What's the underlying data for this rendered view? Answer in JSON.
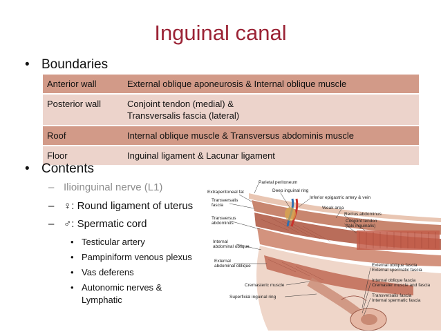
{
  "title": "Inguinal canal",
  "boundaries": {
    "heading": "Boundaries",
    "rows": [
      {
        "label": "Anterior wall",
        "value": "External oblique aponeurosis & Internal oblique muscle"
      },
      {
        "label": "Posterior wall",
        "value_lines": [
          "Conjoint tendon (medial) &",
          "Transversalis fascia (lateral)"
        ]
      },
      {
        "label": "Roof",
        "value": "Internal oblique muscle & Transversus abdominis muscle"
      },
      {
        "label": "Floor",
        "value": "Inguinal ligament & Lacunar ligament"
      }
    ]
  },
  "contents": {
    "heading": "Contents",
    "items": [
      "Ilioinguinal nerve (L1)",
      "♀: Round ligament of uterus",
      "♂: Spermatic cord"
    ],
    "cord_items": [
      "Testicular artery",
      "Pampiniform venous plexus",
      "Vas deferens"
    ],
    "last_item_lines": [
      "Autonomic nerves &",
      "Lymphatic"
    ]
  },
  "figure_labels": {
    "parietal_peritoneum": "Parietal peritoneum",
    "extraperitoneal_fat": "Extraperitoneal fat",
    "deep_inguinal_ring": "Deep inguinal ring",
    "inferior_epigastric": "Inferior epigastric artery & vein",
    "transversalis_fascia": [
      "Transversalis",
      "fascia"
    ],
    "weak_area": "Weak area",
    "rectus_abdominus": "Rectus abdominus",
    "transversus_abdominus": [
      "Transversus",
      "abdominus"
    ],
    "conjoint_tendon": [
      "Conjoint tendon",
      "(falx inguinalis)"
    ],
    "internal_abdominal_oblique": [
      "Internal",
      "abdominal oblique"
    ],
    "external_abdominal_oblique": [
      "External",
      "abdominal oblique"
    ],
    "cremasteric_muscle": "Cremasteric muscle",
    "superficial_inguinal_ring": "Superficial inguinal ring",
    "ext_oblique_fascia": "External oblique fascia",
    "ext_spermatic_fascia": "External spermatic fascia",
    "int_oblique_fascia": "Internal oblique fascia",
    "cremaster_muscle_fascia": "Cremaster muscle and fascia",
    "transversalis_fascia_r": "Transversalis fascia",
    "int_spermatic_fascia": "Internal spermatic fascia"
  }
}
